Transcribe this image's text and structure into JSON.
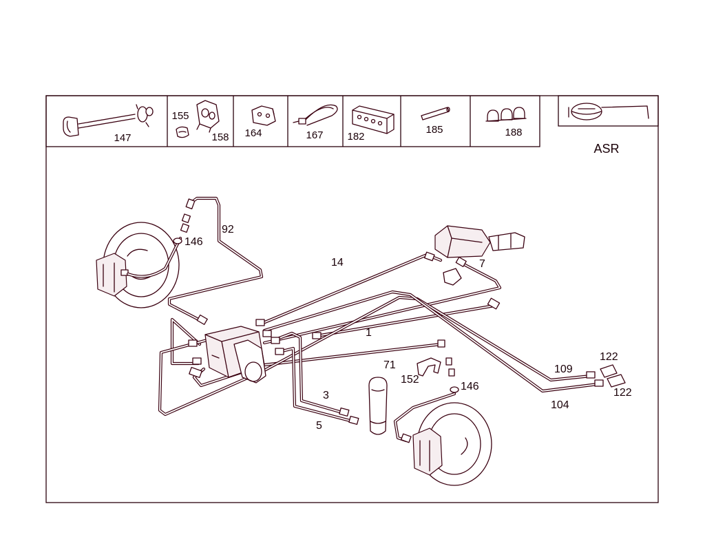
{
  "symbol": {
    "name": "steering-wheel-icon",
    "label": "ASR"
  },
  "parts_strip": [
    {
      "label": "147",
      "icon": "cable-strap-icon"
    },
    {
      "labels": [
        "155",
        "158"
      ],
      "icon": "pipe-clip-icon"
    },
    {
      "label": "164",
      "icon": "rubber-grommet-icon"
    },
    {
      "label": "167",
      "icon": "cable-tie-icon"
    },
    {
      "label": "182",
      "icon": "multi-pipe-holder-icon"
    },
    {
      "label": "185",
      "icon": "pipe-sleeve-icon"
    },
    {
      "label": "188",
      "icon": "double-pipe-clip-icon"
    }
  ],
  "callouts": {
    "line_92": "92",
    "hose_146_front": "146",
    "line_14": "14",
    "line_7": "7",
    "line_1": "1",
    "line_71": "71",
    "bracket_152": "152",
    "hose_146_rear": "146",
    "line_3": "3",
    "line_5": "5",
    "line_109": "109",
    "line_104": "104",
    "plug_122_upper": "122",
    "plug_122_lower": "122"
  },
  "colors": {
    "ink": "#3a0010",
    "background": "#ffffff"
  }
}
